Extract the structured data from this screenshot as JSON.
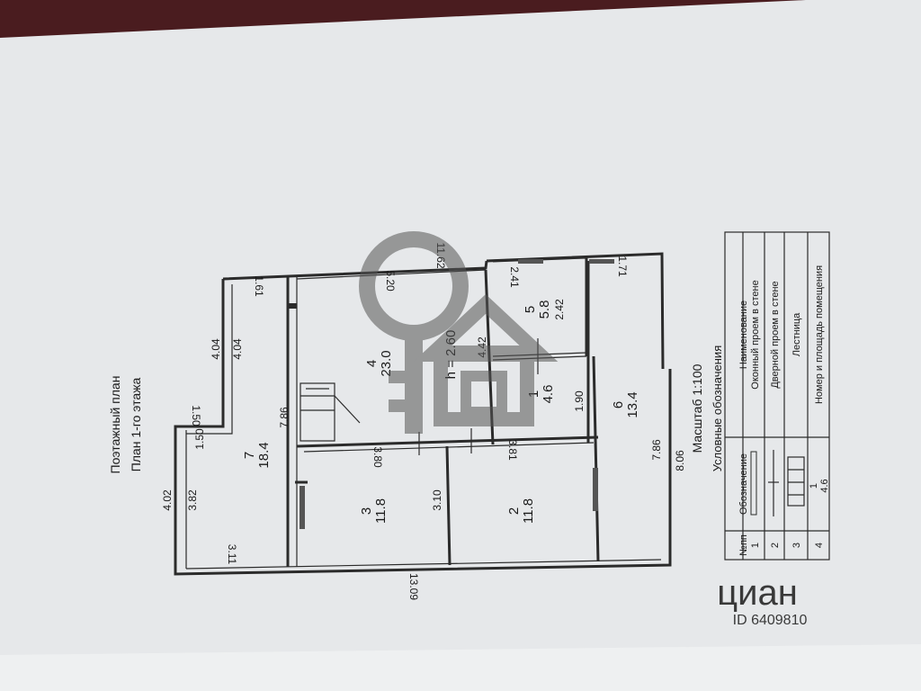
{
  "plan": {
    "title_line1": "Поэтажный план",
    "title_line2": "План 1-го этажа",
    "scale": "Масштаб 1:100",
    "height": "h = 2.60"
  },
  "rooms": [
    {
      "number": "7",
      "area": "18.4"
    },
    {
      "number": "3",
      "area": "11.8"
    },
    {
      "number": "2",
      "area": "11.8"
    },
    {
      "number": "4",
      "area": "23.0"
    },
    {
      "number": "5",
      "area": "5.8"
    },
    {
      "number": "1",
      "area": "4.6"
    },
    {
      "number": "6",
      "area": "13.4"
    }
  ],
  "dimensions": {
    "d_4_02": "4.02",
    "d_3_82": "3.82",
    "d_3_11": "3.11",
    "d_1_50_a": "1.50",
    "d_1_50_b": "1.50",
    "d_4_04_a": "4.04",
    "d_4_04_b": "4.04",
    "d_1_61": "1.61",
    "d_7_86_a": "7.86",
    "d_3_80": "3.80",
    "d_3_81": "3.81",
    "d_3_10": "3.10",
    "d_5_20": "5.20",
    "d_4_42": "4.42",
    "d_2_41": "2.41",
    "d_11_62": "11.62",
    "d_2_42": "2.42",
    "d_1_71": "1.71",
    "d_1_90": "1.90",
    "d_7_86_b": "7.86",
    "d_8_06": "8.06",
    "d_13_09": "13.09"
  },
  "legend": {
    "title": "Условные обозначения",
    "header_no": "№пп",
    "header_sym": "Обозначение",
    "header_name": "Наименование",
    "rows": [
      {
        "no": "1",
        "name": "Оконный проем в стене"
      },
      {
        "no": "2",
        "name": "Дверной проем в стене"
      },
      {
        "no": "3",
        "name": "Лестница"
      },
      {
        "no": "4",
        "name": "Номер и площадь помещения",
        "sym_top": "1",
        "sym_bottom": "4.6"
      }
    ]
  },
  "watermark": {
    "brand": "циан",
    "id_text": "ID 6409810"
  },
  "colors": {
    "background": "#4a1c1f",
    "paper": "#e9ebec",
    "ink": "#1a1a1a",
    "watermark": "#b9bcc0"
  }
}
